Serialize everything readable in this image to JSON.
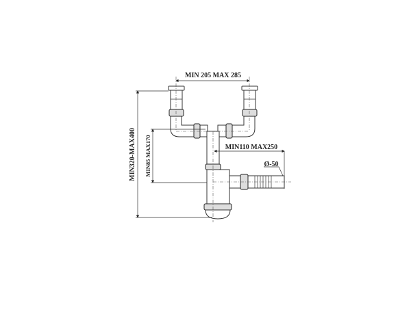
{
  "diagram": {
    "dimensions": {
      "strainer_spacing": "MIN 205 MAX 285",
      "total_height": "MIN320-MAX400",
      "inlet_height": "MIN85 MAX170",
      "outlet_length": "MIN110 MAX250",
      "outlet_diameter": "Ø-50"
    }
  }
}
